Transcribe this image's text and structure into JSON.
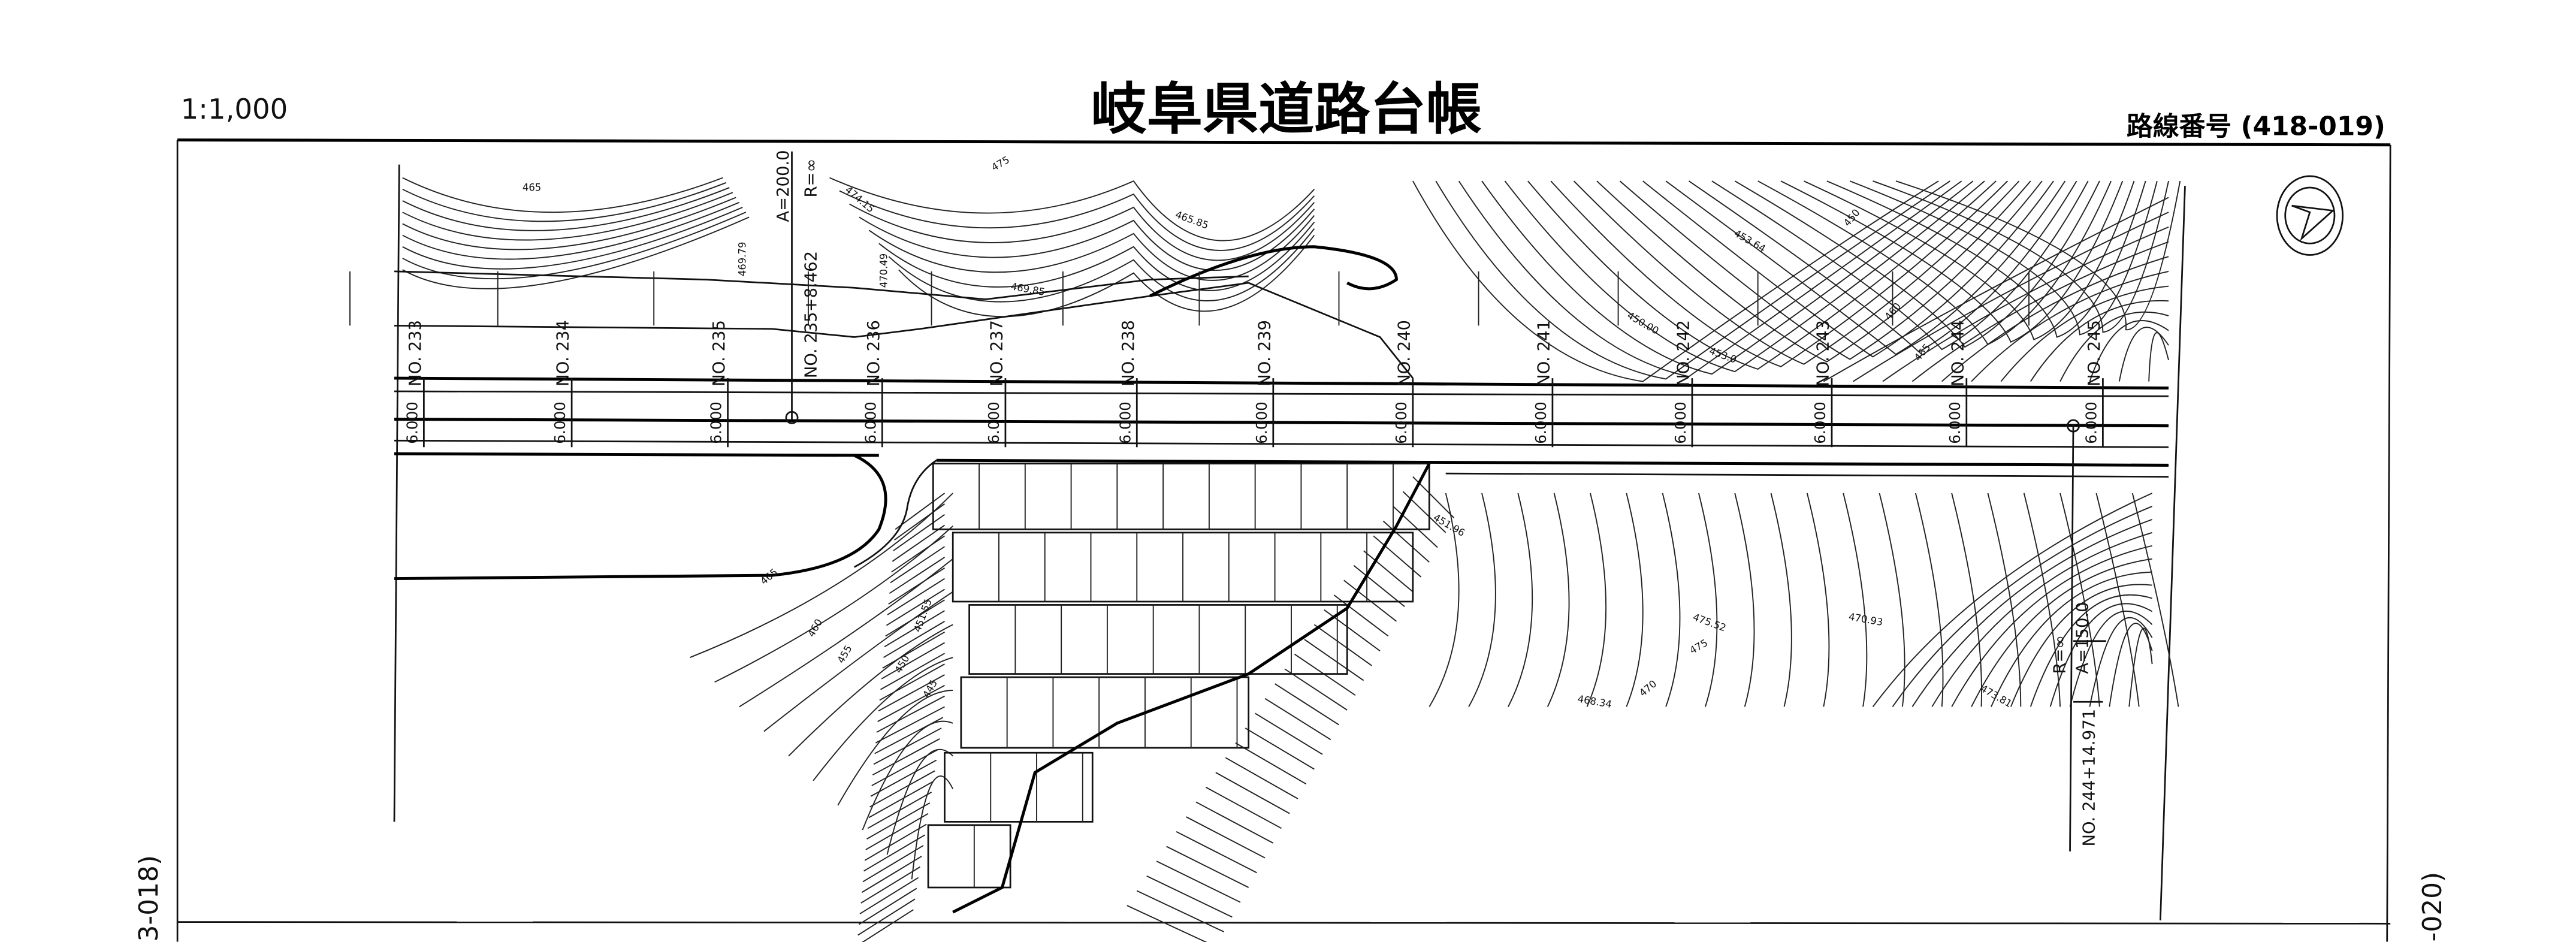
{
  "header": {
    "scale": "1:1,000",
    "title": "岐阜県道路台帳",
    "route_number": "路線番号 (418-019)"
  },
  "adjacent_sheets": {
    "left": "3-018)",
    "right": "-020)"
  },
  "compass": {
    "icon": "north-arrow-icon"
  },
  "stations": [
    {
      "label": "NO. 233",
      "offset": "6.000"
    },
    {
      "label": "NO. 234",
      "offset": "6.000"
    },
    {
      "label": "NO. 235",
      "offset": "6.000"
    },
    {
      "label": "NO. 236",
      "offset": "6.000"
    },
    {
      "label": "NO. 237",
      "offset": "6.000"
    },
    {
      "label": "NO. 238",
      "offset": "6.000"
    },
    {
      "label": "NO. 239",
      "offset": "6.000"
    },
    {
      "label": "NO. 240",
      "offset": "6.000"
    },
    {
      "label": "NO. 241",
      "offset": "6.000"
    },
    {
      "label": "NO. 242",
      "offset": "6.000"
    },
    {
      "label": "NO. 243",
      "offset": "6.000"
    },
    {
      "label": "NO. 244",
      "offset": "6.000"
    },
    {
      "label": "NO. 245",
      "offset": "6.000"
    }
  ],
  "curve_points": [
    {
      "station": "NO. 235+8.462",
      "A": "A=200.0",
      "R": "R=∞"
    },
    {
      "station": "NO. 244+14.971",
      "A": "A=150.0",
      "R": "R=∞"
    }
  ],
  "elevations": [
    "465",
    "474.15",
    "475",
    "469.79",
    "470.49",
    "469.85",
    "465.85",
    "453.64",
    "450",
    "450.00",
    "460",
    "465",
    "453.0",
    "451.96",
    "465",
    "460",
    "455",
    "451.55",
    "450",
    "445",
    "475.52",
    "470.93",
    "475",
    "470",
    "468.34",
    "473.81"
  ]
}
